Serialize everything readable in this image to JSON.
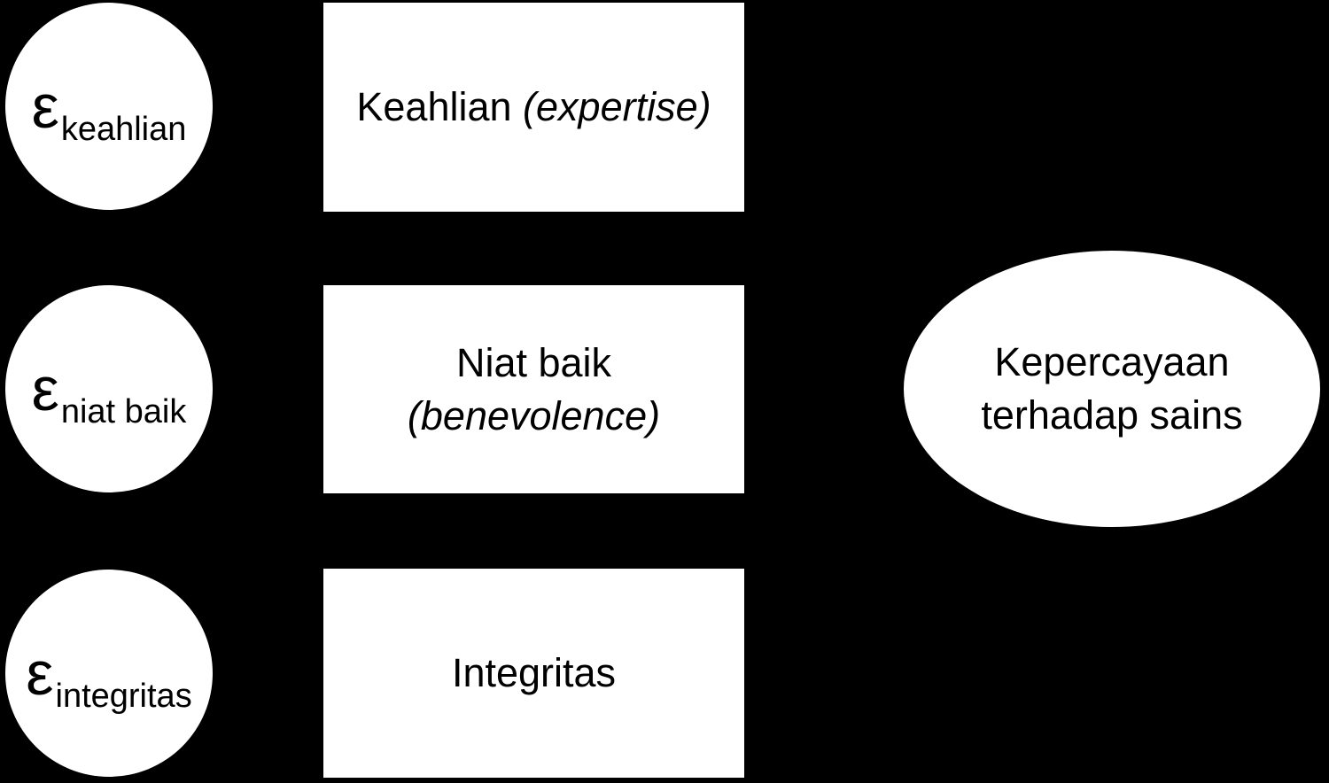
{
  "palette": {
    "background": "#000000",
    "shape_fill": "#ffffff",
    "text": "#000000"
  },
  "error_terms": [
    {
      "symbol": "ε",
      "subscript": "keahlian"
    },
    {
      "symbol": "ε",
      "subscript": "niat baik"
    },
    {
      "symbol": "ε",
      "subscript": "integritas"
    }
  ],
  "indicators": [
    {
      "line1": "Keahlian ",
      "italic": "(expertise)"
    },
    {
      "line1": "Niat baik",
      "italic": "(benevolence)"
    },
    {
      "line1": "Integritas",
      "italic": ""
    }
  ],
  "latent": {
    "line1": "Kepercayaan",
    "line2": "terhadap sains"
  }
}
